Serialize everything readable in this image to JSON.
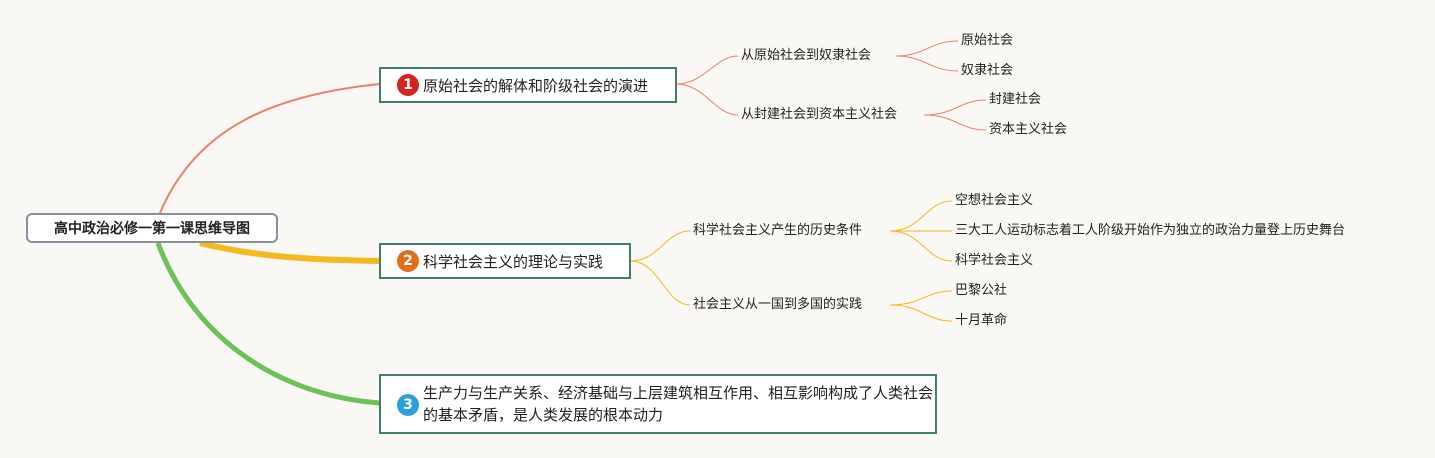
{
  "root": {
    "title": "高中政治必修一第一课思维导图"
  },
  "colors": {
    "branch1": "#f07f6c",
    "branch2": "#f5b81e",
    "branch3": "#6cc157",
    "badge1": "#d3251c",
    "badge2": "#e0701a",
    "badge3": "#2aa0dc",
    "topic_border": "#3f7f72"
  },
  "topics": [
    {
      "badge": "1",
      "label": "原始社会的解体和阶级社会的演进",
      "subtopics": [
        {
          "label": "从原始社会到奴隶社会",
          "leaves": [
            "原始社会",
            "奴隶社会"
          ]
        },
        {
          "label": "从封建社会到资本主义社会",
          "leaves": [
            "封建社会",
            "资本主义社会"
          ]
        }
      ]
    },
    {
      "badge": "2",
      "label": "科学社会主义的理论与实践",
      "subtopics": [
        {
          "label": "科学社会主义产生的历史条件",
          "leaves": [
            "空想社会主义",
            "三大工人运动标志着工人阶级开始作为独立的政治力量登上历史舞台",
            "科学社会主义"
          ]
        },
        {
          "label": "社会主义从一国到多国的实践",
          "leaves": [
            "巴黎公社",
            "十月革命"
          ]
        }
      ]
    },
    {
      "badge": "3",
      "label": "生产力与生产关系、经济基础与上层建筑相互作用、相互影响构成了人类社会的基本矛盾，是人类发展的根本动力"
    }
  ]
}
